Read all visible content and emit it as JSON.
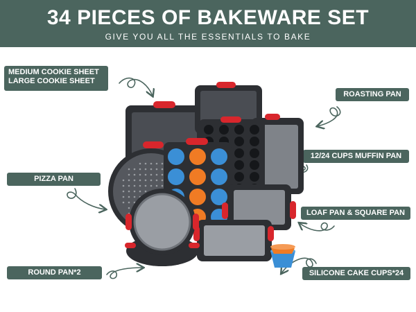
{
  "header": {
    "title": "34 PIECES OF BAKEWARE SET",
    "subtitle": "GIVE YOU ALL THE ESSENTIALS TO BAKE"
  },
  "labels": {
    "cookie_sheet_line1": "MEDIUM COOKIE SHEET",
    "cookie_sheet_line2": "LARGE COOKIE SHEET",
    "roasting_pan": "ROASTING PAN",
    "muffin_pan": "12/24 CUPS MUFFIN PAN",
    "pizza_pan": "PIZZA PAN",
    "loaf_square_pan": "LOAF PAN & SQUARE PAN",
    "round_pan": "ROUND PAN*2",
    "silicone_cups": "SILICONE CAKE CUPS*24"
  },
  "colors": {
    "banner": "#4b655e",
    "pan_dark": "#2d2f33",
    "handle_red": "#d8262c",
    "cup_blue": "#3b8fd6",
    "cup_orange": "#f07b24"
  }
}
